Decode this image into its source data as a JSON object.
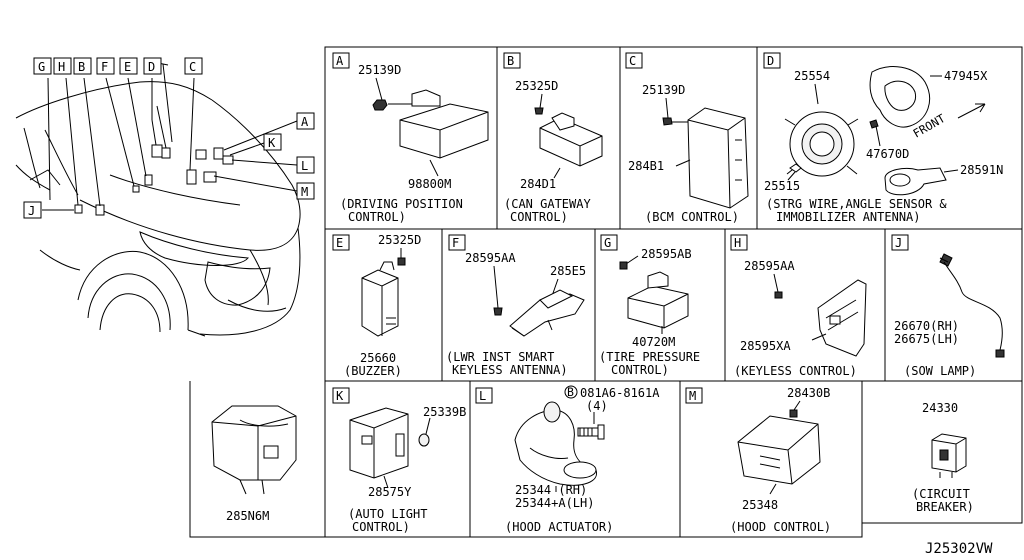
{
  "diagram_id": "J25302VW",
  "car_callouts": [
    "G",
    "H",
    "B",
    "F",
    "E",
    "D",
    "C",
    "A",
    "K",
    "L",
    "M",
    "J"
  ],
  "panels": {
    "A": {
      "letter": "A",
      "parts": [
        "25139D",
        "98800M"
      ],
      "caption": [
        "(DRIVING POSITION",
        "CONTROL)"
      ]
    },
    "B": {
      "letter": "B",
      "parts": [
        "25325D",
        "284D1"
      ],
      "caption": [
        "(CAN GATEWAY",
        "CONTROL)"
      ]
    },
    "C": {
      "letter": "C",
      "parts": [
        "25139D",
        "284B1"
      ],
      "caption": [
        "(BCM CONTROL)"
      ]
    },
    "D": {
      "letter": "D",
      "parts": [
        "25554",
        "47945X",
        "47670D",
        "25515",
        "28591N"
      ],
      "front": "FRONT",
      "caption": [
        "(STRG WIRE,ANGLE SENSOR &",
        "IMMOBILIZER ANTENNA)"
      ]
    },
    "E": {
      "letter": "E",
      "parts": [
        "25325D",
        "25660"
      ],
      "caption": [
        "(BUZZER)"
      ]
    },
    "F": {
      "letter": "F",
      "parts": [
        "28595AA",
        "285E5"
      ],
      "caption": [
        "(LWR INST SMART",
        "KEYLESS ANTENNA)"
      ]
    },
    "G": {
      "letter": "G",
      "parts": [
        "28595AB",
        "40720M"
      ],
      "caption": [
        "(TIRE PRESSURE",
        "CONTROL)"
      ]
    },
    "H": {
      "letter": "H",
      "parts": [
        "28595AA",
        "28595XA"
      ],
      "caption": [
        "(KEYLESS CONTROL)"
      ]
    },
    "J": {
      "letter": "J",
      "parts": [
        "26670(RH)",
        "26675(LH)"
      ],
      "caption": [
        "(SOW LAMP)"
      ]
    },
    "N": {
      "parts": [
        "285N6M"
      ]
    },
    "K": {
      "letter": "K",
      "parts": [
        "25339B",
        "28575Y"
      ],
      "caption": [
        "(AUTO LIGHT",
        "CONTROL)"
      ]
    },
    "L": {
      "letter": "L",
      "bolt_prefix": "B",
      "parts": [
        "081A6-8161A",
        "(4)",
        "25344    (RH)",
        "25344+A(LH)"
      ],
      "caption": [
        "(HOOD ACTUATOR)"
      ]
    },
    "M": {
      "letter": "M",
      "parts": [
        "28430B",
        "25348"
      ],
      "caption": [
        "(HOOD CONTROL)"
      ]
    },
    "CB": {
      "parts": [
        "24330"
      ],
      "caption": [
        "(CIRCUIT",
        "BREAKER)"
      ]
    }
  }
}
